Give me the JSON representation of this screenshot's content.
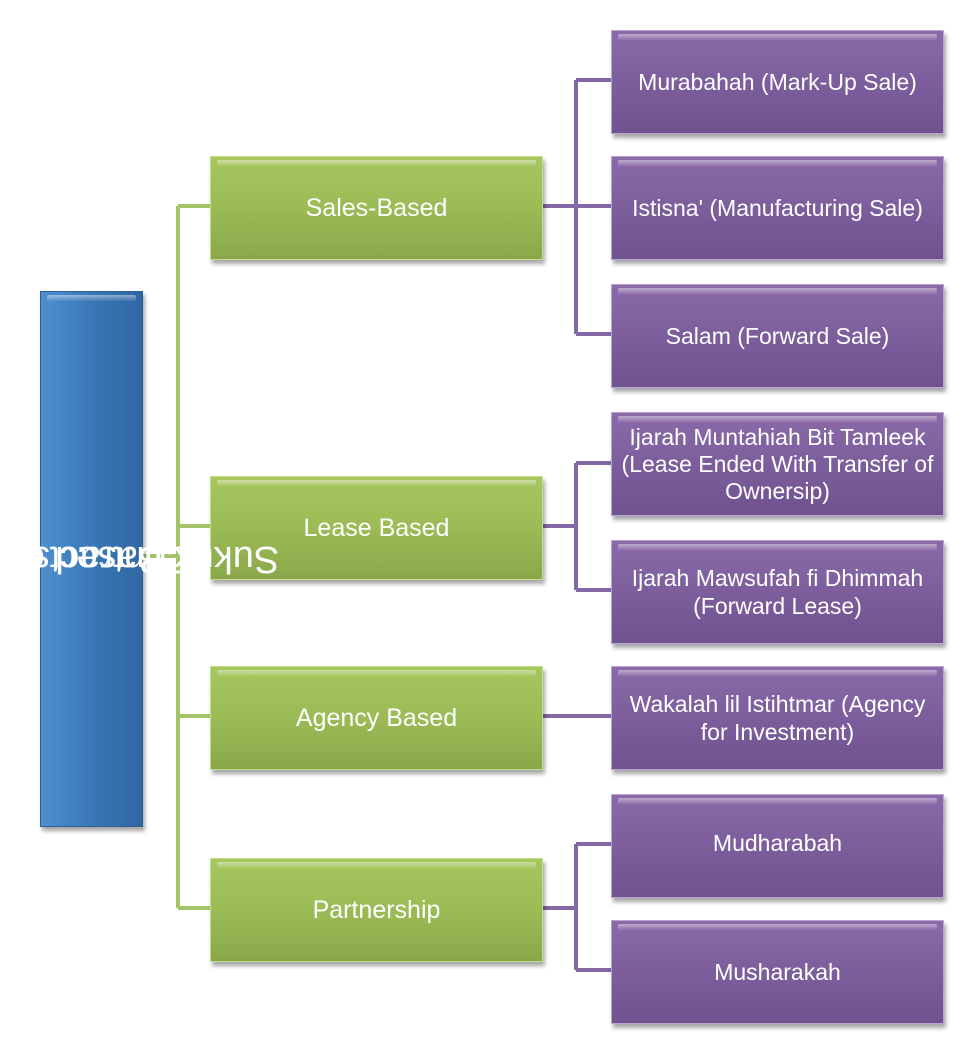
{
  "diagram": {
    "root": {
      "label_line1": "Sukuk Based on Shariah",
      "label_line2": "Contracts"
    },
    "categories": [
      {
        "label": "Sales-Based",
        "children": [
          "Murabahah (Mark-Up Sale)",
          "Istisna' (Manufacturing Sale)",
          "Salam (Forward Sale)"
        ]
      },
      {
        "label": "Lease Based",
        "children": [
          "Ijarah Muntahiah Bit Tamleek (Lease Ended With Transfer of Ownersip)",
          "Ijarah Mawsufah fi Dhimmah (Forward Lease)"
        ]
      },
      {
        "label": "Agency Based",
        "children": [
          "Wakalah lil Istihtmar (Agency for Investment)"
        ]
      },
      {
        "label": "Partnership",
        "children": [
          "Mudharabah",
          "Musharakah"
        ]
      }
    ],
    "colors": {
      "root": "#3a77b6",
      "category": "#9bbb56",
      "leaf": "#7d5e9d",
      "category_line": "#9bbb56",
      "leaf_line": "#7d5e9d"
    }
  }
}
